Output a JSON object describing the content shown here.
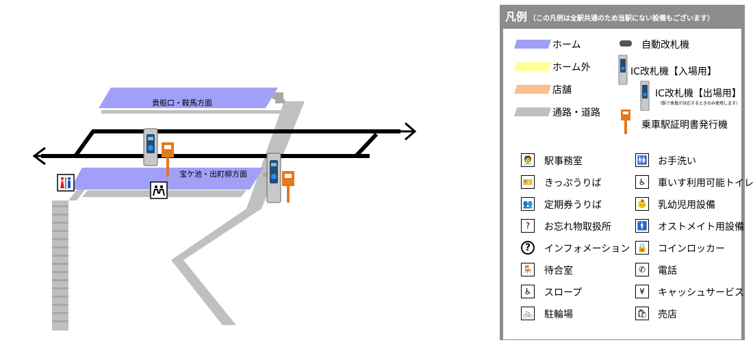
{
  "colors": {
    "platform": "#a0a0f8",
    "outside_platform": "#ffff99",
    "shop": "#fac090",
    "passage": "#c0c0c0",
    "track": "#000000",
    "legend_frame": "#8c8c8c",
    "ticket_machine": "#e4781e",
    "gate_body": "#c8c8c8",
    "gate_screen": "#1e90ff"
  },
  "map": {
    "platform_north_label": "貴船口・鞍馬方面",
    "platform_south_label": "宝ケ池・出町柳方面",
    "icons": [
      "toilet-icon",
      "waiting-room-icon",
      "ic-gate-icon",
      "ticket-machine-icon",
      "arrow-left-icon",
      "arrow-right-icon"
    ]
  },
  "legend": {
    "title": "凡例",
    "note": "（この凡例は全駅共通のため当駅にない設備もございます）",
    "areas": {
      "platform": "ホーム",
      "outside_platform": "ホーム外",
      "shop": "店舗",
      "passage": "通路・道路"
    },
    "gates": {
      "auto_gate": "自動改札機",
      "ic_entry": "IC改札機【入場用】",
      "ic_exit": "IC改札機【出場用】",
      "ic_exit_note": "（駅で係員が対応するときのみ使用します）",
      "certificate_machine": "乗車駅証明書発行機"
    },
    "facilities_left": [
      {
        "label": "駅事務室",
        "icon": "station-office-icon",
        "glyph": "🧑‍💼"
      },
      {
        "label": "きっぷうりば",
        "icon": "ticket-office-icon",
        "glyph": "🎫"
      },
      {
        "label": "定期券うりば",
        "icon": "commuter-pass-icon",
        "glyph": "👥"
      },
      {
        "label": "お忘れ物取扱所",
        "icon": "lost-property-icon",
        "glyph": "?"
      },
      {
        "label": "インフォメーション",
        "icon": "information-icon",
        "glyph": "?"
      },
      {
        "label": "待合室",
        "icon": "waiting-room-icon",
        "glyph": "🪑"
      },
      {
        "label": "スロープ",
        "icon": "slope-icon",
        "glyph": "♿"
      },
      {
        "label": "駐輪場",
        "icon": "bicycle-parking-icon",
        "glyph": "🚲"
      }
    ],
    "facilities_right": [
      {
        "label": "お手洗い",
        "icon": "toilet-icon",
        "glyph": "🚻"
      },
      {
        "label": "車いす利用可能トイレ",
        "icon": "accessible-toilet-icon",
        "glyph": "♿"
      },
      {
        "label": "乳幼児用設備",
        "icon": "baby-facility-icon",
        "glyph": "👶"
      },
      {
        "label": "オストメイト用設備",
        "icon": "ostomate-icon",
        "glyph": "🚹"
      },
      {
        "label": "コインロッカー",
        "icon": "coin-locker-icon",
        "glyph": "🔒"
      },
      {
        "label": "電話",
        "icon": "telephone-icon",
        "glyph": "✆"
      },
      {
        "label": "キャッシュサービス",
        "icon": "cash-service-icon",
        "glyph": "¥"
      },
      {
        "label": "売店",
        "icon": "kiosk-icon",
        "glyph": "🛍"
      }
    ]
  }
}
